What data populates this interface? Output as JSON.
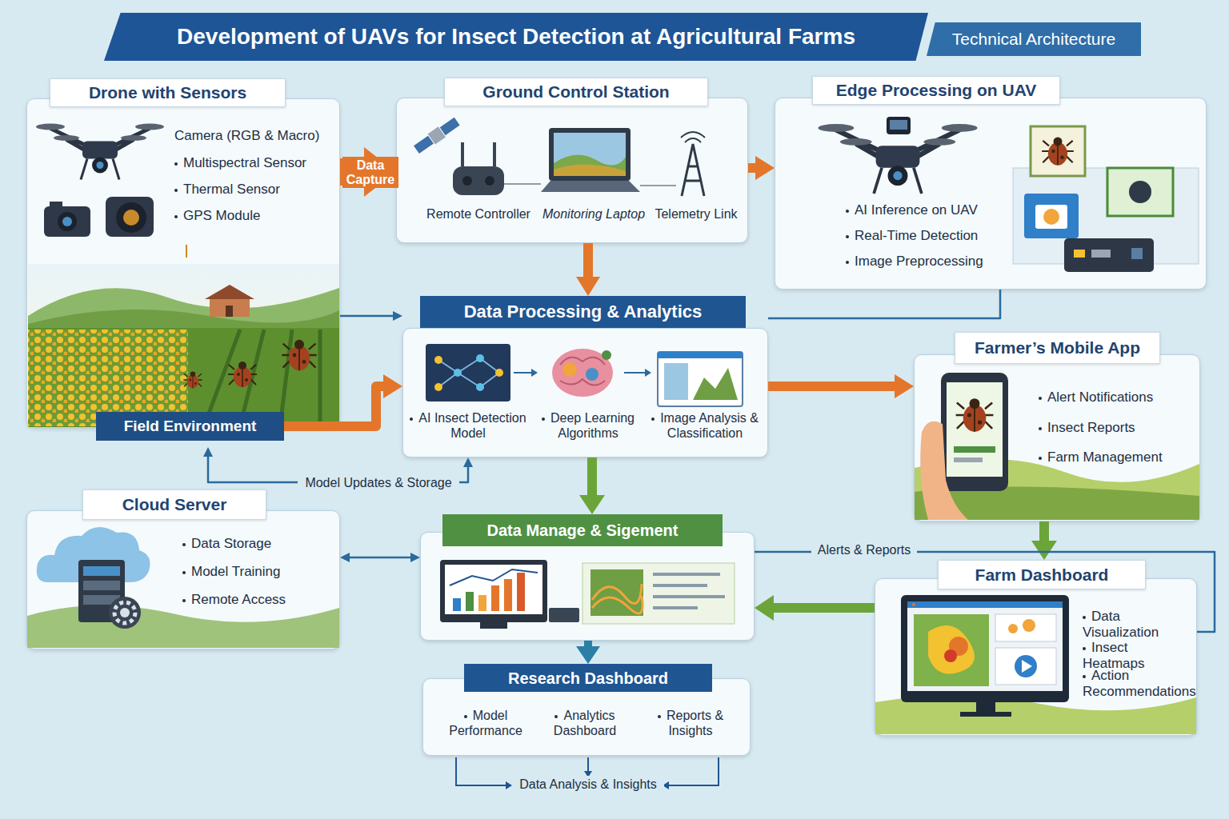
{
  "diagram": {
    "title": "Development of UAVs for Insect Detection at Agricultural Farms",
    "nodes": [
      {
        "text": [
          "Drone with Sensors",
          "Camera (RGB & Macro)",
          "Multispectral Sensor",
          "Thermal Sensor",
          "GPS Module"
        ]
      },
      {
        "text": [
          "Field Environment"
        ],
        "in": 0
      },
      {
        "text": [
          "Ground Control Station",
          "Remote Controller",
          "Monitoring Laptop",
          "Telemetry Link"
        ]
      },
      {
        "text": [
          "Edge Processing on UAV",
          "AI Inference on UAV",
          "Real-Time Detection",
          "Image Preprocessing"
        ]
      },
      {
        "text": [
          "Data Processing & Analytics",
          "AI Insect Detection Model",
          "Deep Learning Algorithms",
          "Image Analysis & Classification"
        ]
      },
      {
        "text": [
          "Farmer’s Mobile App",
          "Alert Notifications",
          "Insect Reports",
          "Farm Management"
        ]
      },
      {
        "text": [
          "Cloud Server",
          "Data Storage",
          "Model Training",
          "Remote Access"
        ]
      },
      {
        "text": [
          "Data Manage & Sigement"
        ]
      },
      {
        "text": [
          "Farm Dashboard",
          "Data Visualization",
          "Insect Heatmaps",
          "Action Recommendations"
        ]
      },
      {
        "text": [
          "Research Dashboard",
          "Model Performance",
          "Analytics Dashboard",
          "Reports & Insights"
        ]
      }
    ],
    "edges": [
      {
        "from": 0,
        "to": 2,
        "arrow": "to",
        "label": "Data Capture"
      },
      {
        "from": 2,
        "to": 3,
        "arrow": "to"
      },
      {
        "from": 2,
        "to": 4,
        "arrow": "to"
      },
      {
        "from": 0,
        "to": 4,
        "arrow": "to"
      },
      {
        "from": 1,
        "to": 4,
        "arrow": "to"
      },
      {
        "from": 3,
        "to": 4,
        "arrow": "none"
      },
      {
        "from": 4,
        "to": 5,
        "arrow": "to"
      },
      {
        "from": 4,
        "to": 7,
        "arrow": "to"
      },
      {
        "from": 6,
        "to": 7,
        "arrow": "both"
      },
      {
        "from": 5,
        "to": 8,
        "arrow": "to"
      },
      {
        "from": 8,
        "to": 7,
        "arrow": "to"
      },
      {
        "from": 7,
        "to": 9,
        "arrow": "to"
      },
      {
        "from": 7,
        "to": 8,
        "arrow": "none",
        "label": "Alerts & Reports"
      },
      {
        "from": 1,
        "to": 4,
        "arrow": "both",
        "label": "Model Updates & Storage"
      }
    ],
    "labels": [
      "Technical Architecture",
      "Data Analysis & Insights"
    ]
  }
}
